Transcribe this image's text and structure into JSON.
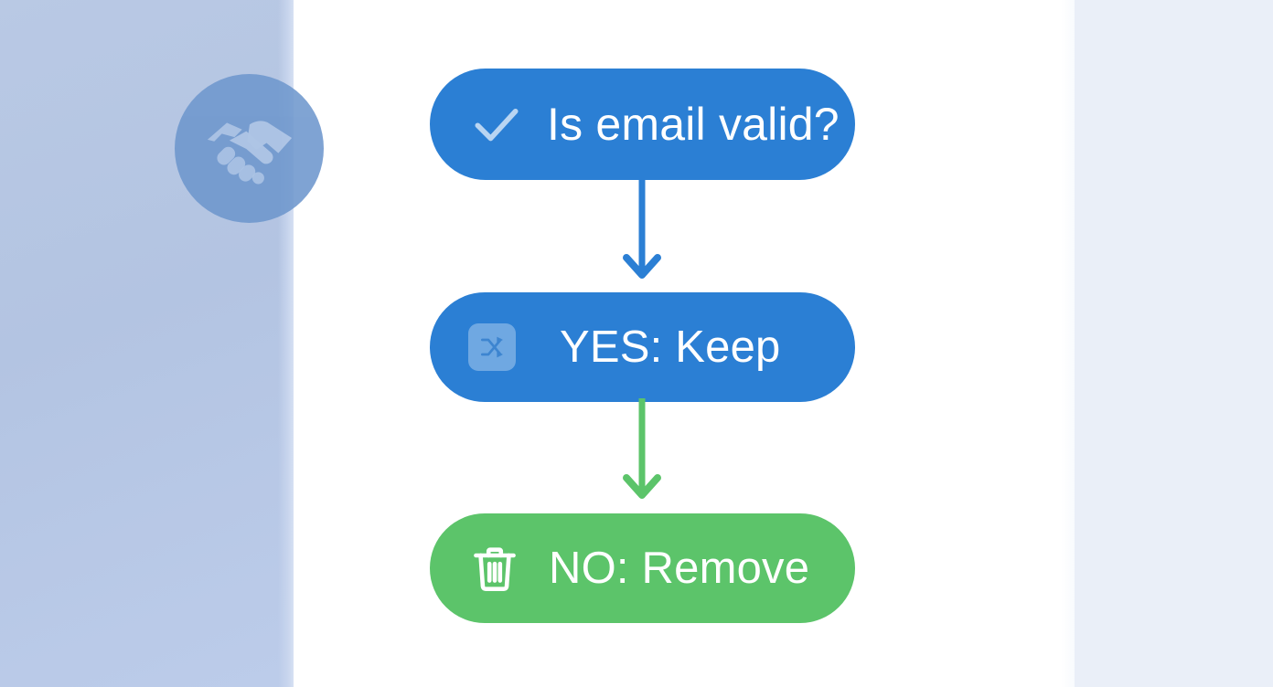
{
  "app": {
    "background_color": "#ffffff",
    "left_panel_color": "#b6c6e3",
    "right_panel_color": "#eaeff8"
  },
  "brand": {
    "icon": "handshake-icon",
    "circle_color": "#6e97cd",
    "glyph_color": "#aec5e6"
  },
  "scrollbar": {
    "thumb_color": "#c7ccd6",
    "orientation": "vertical"
  },
  "flow": {
    "type": "flowchart",
    "nodes": [
      {
        "id": "decision",
        "label": "Is email valid?",
        "icon": "check-icon",
        "fill_color": "#2b7fd4",
        "text_color": "#ffffff",
        "icon_color": "#b9d5f2",
        "shape": "pill"
      },
      {
        "id": "yes",
        "label": "YES: Keep",
        "icon": "shuffle-icon",
        "fill_color": "#2b7fd4",
        "text_color": "#ffffff",
        "icon_color": "#4a8fd8",
        "shape": "pill"
      },
      {
        "id": "no",
        "label": "NO: Remove",
        "icon": "trash-icon",
        "fill_color": "#5cc46a",
        "text_color": "#ffffff",
        "icon_color": "#ffffff",
        "shape": "pill"
      }
    ],
    "connectors": [
      {
        "id": "decision-to-yes",
        "from": "decision",
        "to": "yes",
        "color": "#2b7fd4",
        "direction": "down",
        "arrowhead": "chevron"
      },
      {
        "id": "yes-to-no",
        "from": "yes",
        "to": "no",
        "color": "#5cc46a",
        "direction": "down",
        "arrowhead": "chevron"
      }
    ]
  }
}
